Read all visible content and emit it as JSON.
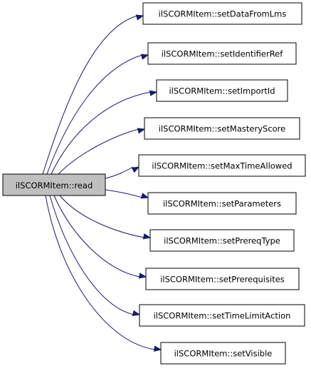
{
  "diagram": {
    "root": {
      "id": "read",
      "label": "ilSCORMItem::read"
    },
    "nodes": [
      {
        "id": "setDataFromLms",
        "label": "ilSCORMItem::setDataFromLms"
      },
      {
        "id": "setIdentifierRef",
        "label": "ilSCORMItem::setIdentifierRef"
      },
      {
        "id": "setImportId",
        "label": "ilSCORMItem::setImportId"
      },
      {
        "id": "setMasteryScore",
        "label": "ilSCORMItem::setMasteryScore"
      },
      {
        "id": "setMaxTimeAllowed",
        "label": "ilSCORMItem::setMaxTimeAllowed"
      },
      {
        "id": "setParameters",
        "label": "ilSCORMItem::setParameters"
      },
      {
        "id": "setPrereqType",
        "label": "ilSCORMItem::setPrereqType"
      },
      {
        "id": "setPrerequisites",
        "label": "ilSCORMItem::setPrerequisites"
      },
      {
        "id": "setTimeLimitAction",
        "label": "ilSCORMItem::setTimeLimitAction"
      },
      {
        "id": "setVisible",
        "label": "ilSCORMItem::setVisible"
      }
    ],
    "edges": [
      {
        "from": "read",
        "to": "setDataFromLms"
      },
      {
        "from": "read",
        "to": "setIdentifierRef"
      },
      {
        "from": "read",
        "to": "setImportId"
      },
      {
        "from": "read",
        "to": "setMasteryScore"
      },
      {
        "from": "read",
        "to": "setMaxTimeAllowed"
      },
      {
        "from": "read",
        "to": "setParameters"
      },
      {
        "from": "read",
        "to": "setPrereqType"
      },
      {
        "from": "read",
        "to": "setPrerequisites"
      },
      {
        "from": "read",
        "to": "setTimeLimitAction"
      },
      {
        "from": "read",
        "to": "setVisible"
      }
    ],
    "colors": {
      "edge": "#191970",
      "root_fill": "#bfbfbf",
      "node_fill": "#ffffff",
      "border": "#000000"
    }
  }
}
